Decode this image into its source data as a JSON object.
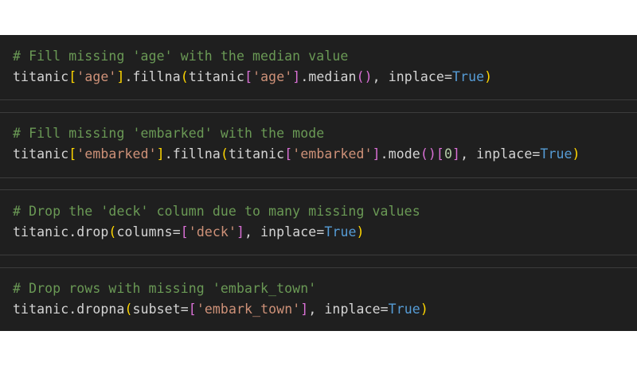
{
  "theme": {
    "background": "#1f1f1f",
    "comment": "#6a9955",
    "string": "#ce9178",
    "keyword": "#569cd6",
    "number": "#b5cea8",
    "text": "#d4d4d4",
    "bracket_level_1": "#ffd700",
    "bracket_level_2": "#da70d6",
    "bracket_level_3": "#179fff"
  },
  "cells": [
    {
      "comment": "# Fill missing 'age' with the median value",
      "code": {
        "t1": "titanic",
        "b1": "[",
        "s1": "'age'",
        "b2": "]",
        "t2": ".fillna",
        "b3": "(",
        "t3": "titanic",
        "b4": "[",
        "s2": "'age'",
        "b5": "]",
        "t4": ".median",
        "b6": "()",
        "t5": ", inplace=",
        "kw": "True",
        "b7": ")"
      }
    },
    {
      "comment": "# Fill missing 'embarked' with the mode",
      "code": {
        "t1": "titanic",
        "b1": "[",
        "s1": "'embarked'",
        "b2": "]",
        "t2": ".fillna",
        "b3": "(",
        "t3": "titanic",
        "b4": "[",
        "s2": "'embarked'",
        "b5": "]",
        "t4": ".mode",
        "b6": "()",
        "b7": "[",
        "n1": "0",
        "b8": "]",
        "t5": ", inplace=",
        "kw": "True",
        "b9": ")"
      }
    },
    {
      "comment": "# Drop the 'deck' column due to many missing values",
      "code": {
        "t1": "titanic.drop",
        "b1": "(",
        "t2": "columns=",
        "b2": "[",
        "s1": "'deck'",
        "b3": "]",
        "t3": ", inplace=",
        "kw": "True",
        "b4": ")"
      }
    },
    {
      "comment": "# Drop rows with missing 'embark_town'",
      "code": {
        "t1": "titanic.dropna",
        "b1": "(",
        "t2": "subset=",
        "b2": "[",
        "s1": "'embark_town'",
        "b3": "]",
        "t3": ", inplace=",
        "kw": "True",
        "b4": ")"
      }
    }
  ]
}
